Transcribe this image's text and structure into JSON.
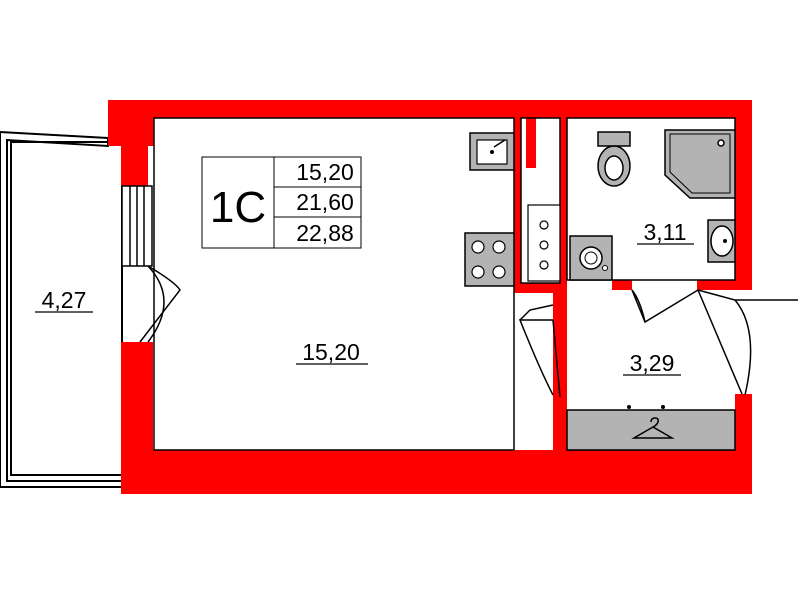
{
  "unit_type": "1С",
  "legend": {
    "living_area": "15,20",
    "total_area": "21,60",
    "total_area_with_balcony": "22,88"
  },
  "rooms": {
    "balcony": "4,27",
    "main_room": "15,20",
    "bathroom": "3,11",
    "hallway": "3,29"
  },
  "colors": {
    "wall": "#ff0000",
    "fixture_fill": "#b3b3b3",
    "line": "#000000"
  },
  "icons": [
    "sink-icon",
    "stove-icon",
    "toilet-icon",
    "shower-icon",
    "washbasin-icon",
    "washing-machine-icon",
    "hanger-icon"
  ]
}
